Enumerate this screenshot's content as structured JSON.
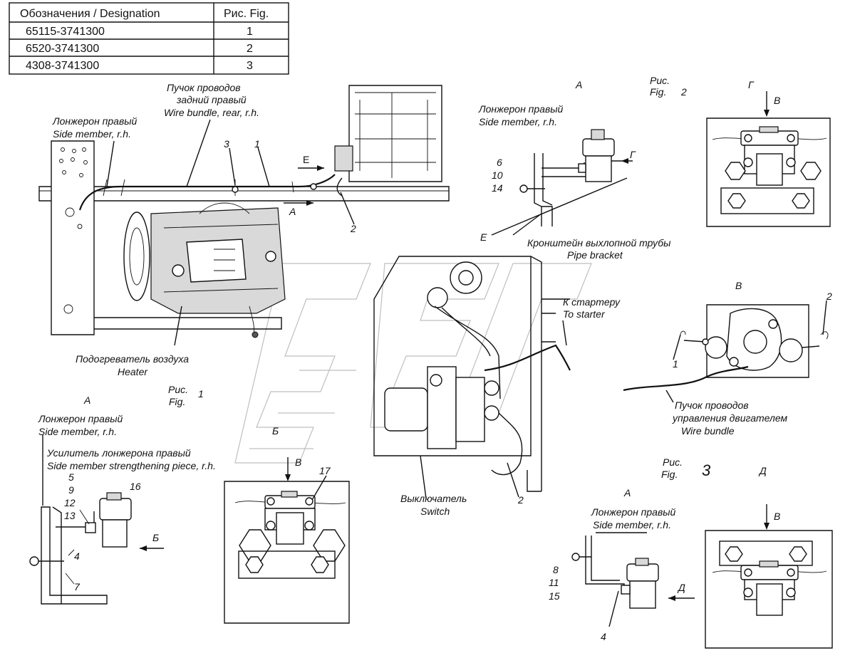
{
  "table": {
    "header": [
      "Обозначения / Designation",
      "Рис. Fig."
    ],
    "rows": [
      [
        "65115-3741300",
        "1"
      ],
      [
        "6520-3741300",
        "2"
      ],
      [
        "4308-3741300",
        "3"
      ]
    ]
  },
  "fig1": {
    "label_bundle_ru": "Пучок проводов",
    "label_bundle_ru2": "задний правый",
    "label_bundle_en": "Wire bundle, rear, r.h.",
    "label_member_ru": "Лонжерон правый",
    "label_member_en": "Side member, r.h.",
    "callout_3": "3",
    "callout_1": "1",
    "callout_2": "2",
    "view_e": "Е",
    "view_a": "А",
    "heater_ru": "Подогреватель воздуха",
    "heater_en": "Heater",
    "fig_ru": "Рис.",
    "fig_en": "Fig.",
    "fig_num": "1"
  },
  "view_a1": {
    "title": "А",
    "member_ru": "Лонжерон правый",
    "member_en": "Side member, r.h.",
    "strength_ru": "Усилитель лонжерона правый",
    "strength_en": "Side member strengthening piece, r.h.",
    "n5": "5",
    "n9": "9",
    "n12": "12",
    "n13": "13",
    "n16": "16",
    "n4": "4",
    "n7": "7",
    "arrow_b": "Б"
  },
  "view_b1": {
    "title": "Б",
    "arrow_v": "В",
    "n17": "17"
  },
  "fig2": {
    "view_a": "А",
    "fig_ru": "Рис.",
    "fig_en": "Fig.",
    "fig_num": "2",
    "member_ru": "Лонжерон правый",
    "member_en": "Side member, r.h.",
    "n6": "6",
    "n10": "10",
    "n14": "14",
    "arrow_g": "Г",
    "bracket_ru": "Кронштейн выхлопной трубы",
    "bracket_en": "Pipe bracket",
    "view_g": "Г",
    "arrow_v": "В"
  },
  "view_e": {
    "title": "Е",
    "starter_ru": "К стартеру",
    "starter_en": "To starter",
    "switch_ru": "Выключатель",
    "switch_en": "Switch",
    "n2": "2"
  },
  "view_v": {
    "title": "В",
    "n1": "1",
    "n2": "2",
    "bundle_ru1": "Пучок проводов",
    "bundle_ru2": "управления двигателем",
    "bundle_en": "Wire bundle"
  },
  "fig3": {
    "fig_ru": "Рис.",
    "fig_en": "Fig.",
    "fig_num": "3",
    "view_d": "Д",
    "view_a": "А",
    "member_ru": "Лонжерон правый",
    "member_en": "Side member, r.h.",
    "n8": "8",
    "n11": "11",
    "n15": "15",
    "n4": "4",
    "arrow_d": "Д",
    "arrow_v": "В"
  }
}
